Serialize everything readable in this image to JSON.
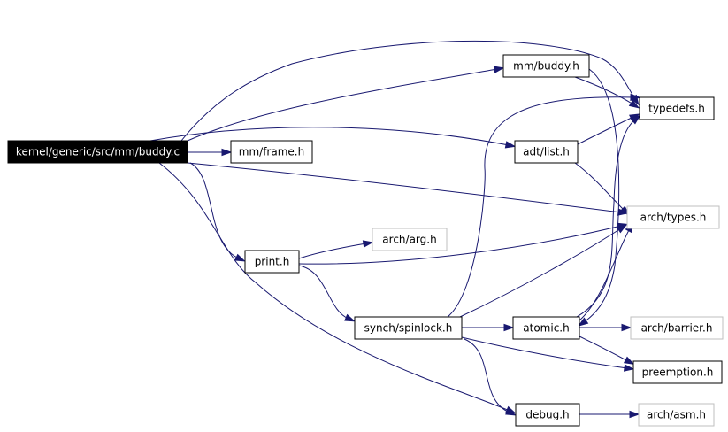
{
  "graph": {
    "edge_color": "#191970",
    "nodes": [
      {
        "id": "buddy_c",
        "label": "kernel/generic/src/mm/buddy.c",
        "style": "root"
      },
      {
        "id": "mm_buddy_h",
        "label": "mm/buddy.h",
        "style": "documented"
      },
      {
        "id": "typedefs_h",
        "label": "typedefs.h",
        "style": "documented"
      },
      {
        "id": "mm_frame_h",
        "label": "mm/frame.h",
        "style": "documented"
      },
      {
        "id": "adt_list_h",
        "label": "adt/list.h",
        "style": "documented"
      },
      {
        "id": "arch_types_h",
        "label": "arch/types.h",
        "style": "undocumented"
      },
      {
        "id": "arch_arg_h",
        "label": "arch/arg.h",
        "style": "undocumented"
      },
      {
        "id": "print_h",
        "label": "print.h",
        "style": "documented"
      },
      {
        "id": "synch_spinlock_h",
        "label": "synch/spinlock.h",
        "style": "documented"
      },
      {
        "id": "atomic_h",
        "label": "atomic.h",
        "style": "documented"
      },
      {
        "id": "arch_barrier_h",
        "label": "arch/barrier.h",
        "style": "undocumented"
      },
      {
        "id": "preemption_h",
        "label": "preemption.h",
        "style": "documented"
      },
      {
        "id": "debug_h",
        "label": "debug.h",
        "style": "documented"
      },
      {
        "id": "arch_asm_h",
        "label": "arch/asm.h",
        "style": "undocumented"
      }
    ],
    "edges": [
      {
        "from": "buddy_c",
        "to": "mm_buddy_h"
      },
      {
        "from": "buddy_c",
        "to": "typedefs_h"
      },
      {
        "from": "buddy_c",
        "to": "mm_frame_h"
      },
      {
        "from": "buddy_c",
        "to": "adt_list_h"
      },
      {
        "from": "buddy_c",
        "to": "arch_types_h"
      },
      {
        "from": "buddy_c",
        "to": "print_h"
      },
      {
        "from": "buddy_c",
        "to": "debug_h"
      },
      {
        "from": "mm_buddy_h",
        "to": "typedefs_h"
      },
      {
        "from": "mm_buddy_h",
        "to": "atomic_h"
      },
      {
        "from": "adt_list_h",
        "to": "typedefs_h"
      },
      {
        "from": "adt_list_h",
        "to": "arch_types_h"
      },
      {
        "from": "print_h",
        "to": "arch_arg_h"
      },
      {
        "from": "print_h",
        "to": "arch_types_h"
      },
      {
        "from": "print_h",
        "to": "synch_spinlock_h"
      },
      {
        "from": "synch_spinlock_h",
        "to": "typedefs_h"
      },
      {
        "from": "synch_spinlock_h",
        "to": "arch_types_h"
      },
      {
        "from": "synch_spinlock_h",
        "to": "atomic_h"
      },
      {
        "from": "synch_spinlock_h",
        "to": "preemption_h"
      },
      {
        "from": "synch_spinlock_h",
        "to": "debug_h"
      },
      {
        "from": "atomic_h",
        "to": "typedefs_h"
      },
      {
        "from": "atomic_h",
        "to": "arch_types_h"
      },
      {
        "from": "atomic_h",
        "to": "arch_barrier_h"
      },
      {
        "from": "atomic_h",
        "to": "preemption_h"
      },
      {
        "from": "debug_h",
        "to": "arch_asm_h"
      }
    ]
  }
}
